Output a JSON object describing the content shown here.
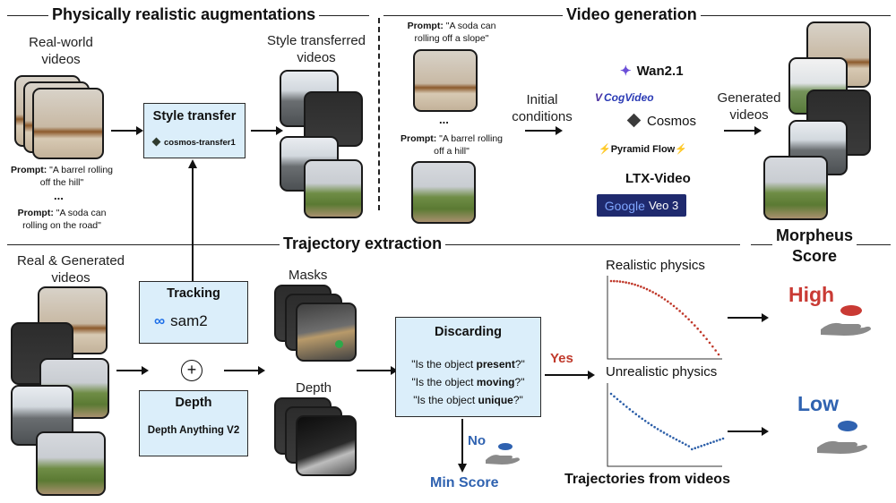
{
  "sections": {
    "augment_title": "Physically realistic augmentations",
    "video_title": "Video generation",
    "trajectory_title": "Trajectory extraction",
    "morpheus_title": "Morpheus\nScore"
  },
  "augment": {
    "real_world_label": "Real-world\nvideos",
    "prompt_prefix": "Prompt:",
    "prompt1": "\"A barrel rolling off the hill\"",
    "ellipsis": "...",
    "prompt2": "\"A soda can rolling on the road\"",
    "style_box_title": "Style transfer",
    "style_box_item": "cosmos-transfer1",
    "style_transferred_label": "Style transferred\nvideos"
  },
  "video": {
    "prompt_prefix": "Prompt:",
    "prompt1": "\"A soda can rolling off a slope\"",
    "ellipsis": "...",
    "prompt2": "\"A barrel rolling off a hill\"",
    "initial_label": "Initial\nconditions",
    "models": [
      "Wan2.1",
      "CogVideo",
      "Cosmos",
      "Pyramid Flow",
      "LTX-Video",
      "Google",
      "Veo 3"
    ],
    "generated_label": "Generated\nvideos"
  },
  "trajectory": {
    "real_gen_label": "Real & Generated\nvideos",
    "tracking_title": "Tracking",
    "tracking_item": "sam2",
    "depth_title": "Depth",
    "depth_item": "Depth Anything V2",
    "plus": "+",
    "masks_label": "Masks",
    "depth_label": "Depth",
    "discard_title": "Discarding",
    "q1": [
      "\"Is the object ",
      "present",
      "?\""
    ],
    "q2": [
      "\"Is the object ",
      "moving",
      "?\""
    ],
    "q3": [
      "\"Is the object ",
      "unique",
      "?\""
    ],
    "yes": "Yes",
    "no": "No",
    "min_score": "Min Score",
    "realistic_label": "Realistic physics",
    "unrealistic_label": "Unrealistic physics",
    "trajectories_label": "Trajectories from videos"
  },
  "score": {
    "high": "High",
    "low": "Low"
  },
  "colors": {
    "box_fill": "#dbeefa",
    "high": "#c93a34",
    "low": "#2f62b0",
    "realistic_dots": "#c0392b",
    "unrealistic_dots": "#2b5ea8"
  }
}
